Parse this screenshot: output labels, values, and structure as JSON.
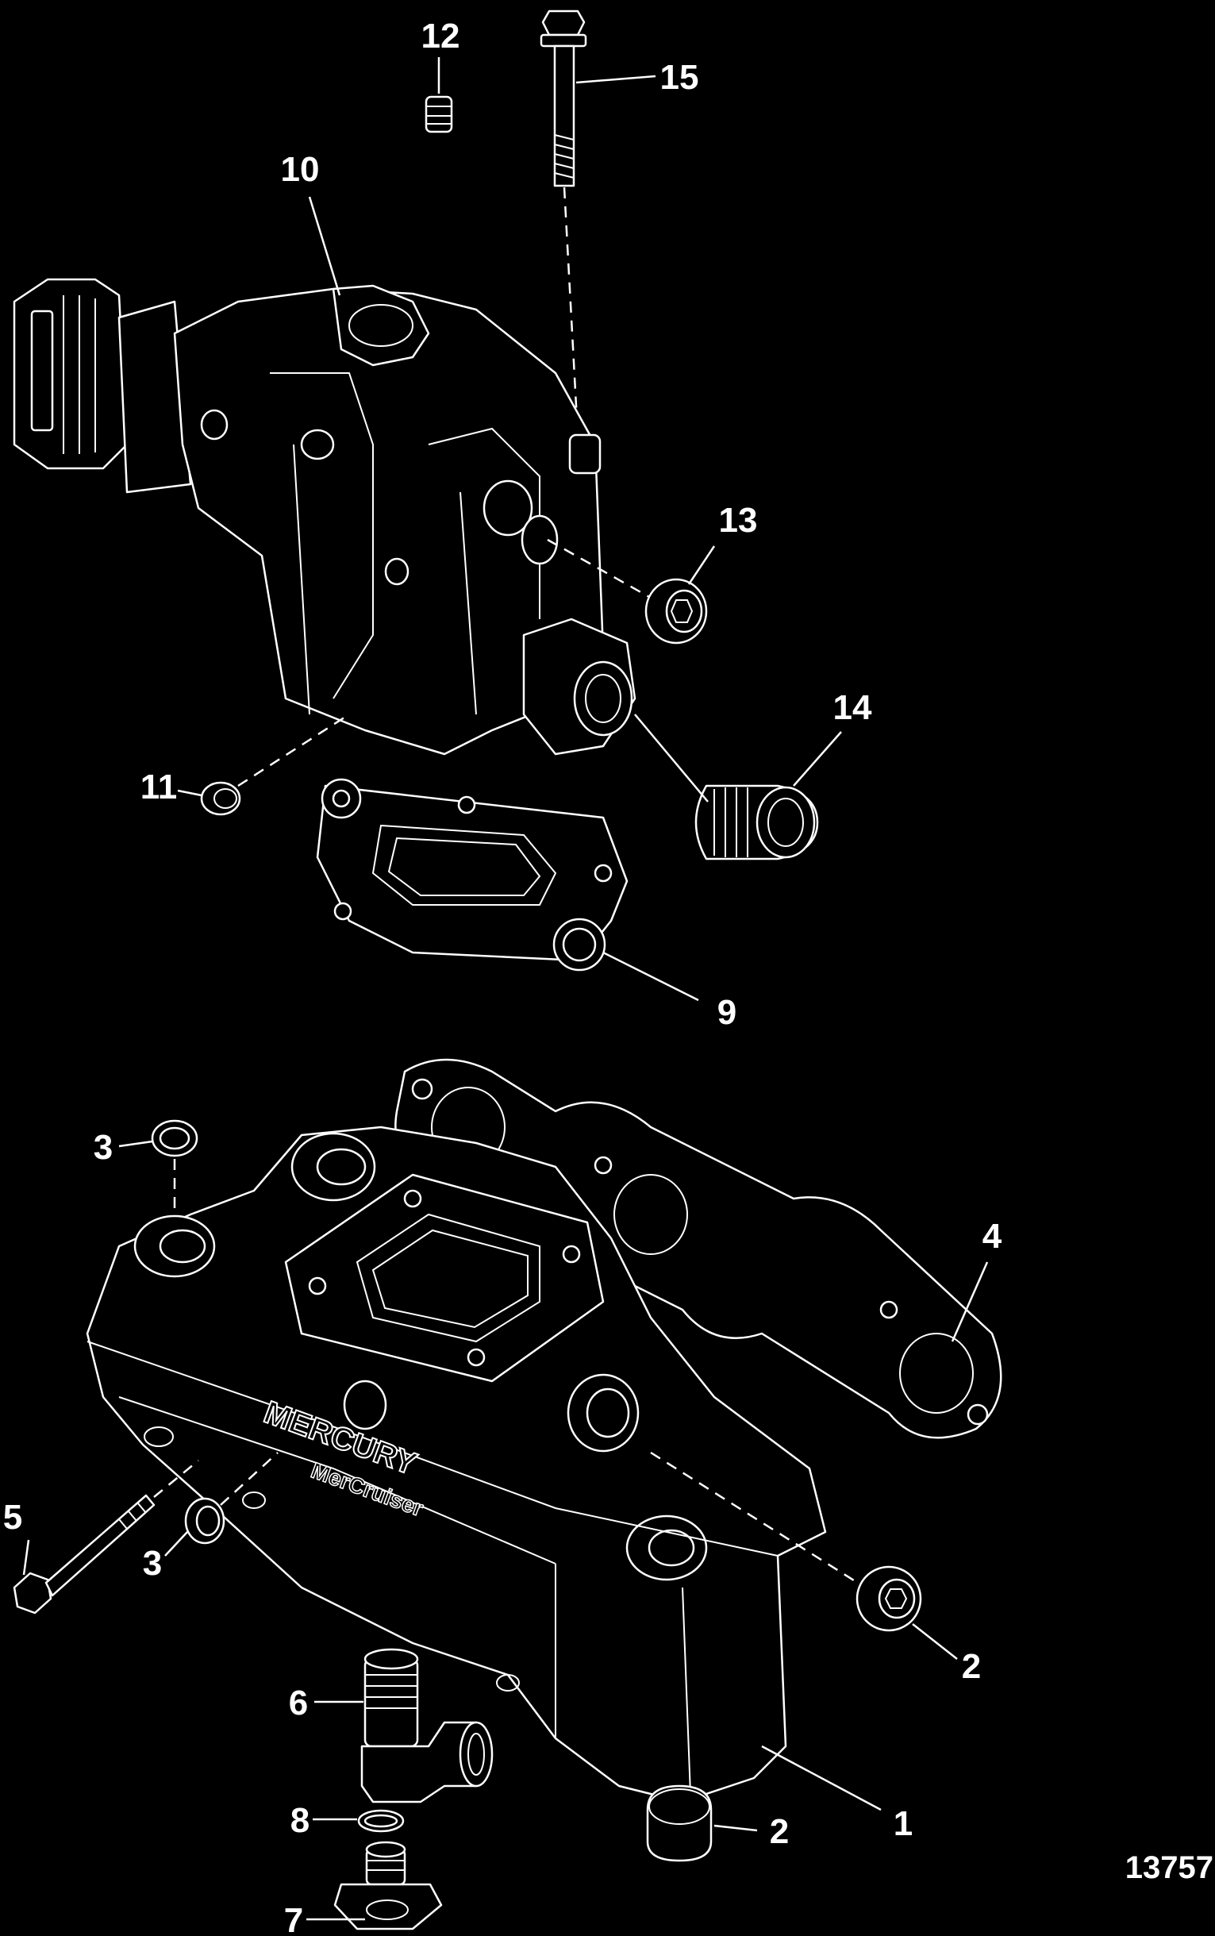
{
  "callouts": [
    {
      "id": "12",
      "label": "12"
    },
    {
      "id": "15",
      "label": "15"
    },
    {
      "id": "10",
      "label": "10"
    },
    {
      "id": "13",
      "label": "13"
    },
    {
      "id": "14",
      "label": "14"
    },
    {
      "id": "11",
      "label": "11"
    },
    {
      "id": "9",
      "label": "9"
    },
    {
      "id": "3a",
      "label": "3"
    },
    {
      "id": "4",
      "label": "4"
    },
    {
      "id": "5",
      "label": "5"
    },
    {
      "id": "3b",
      "label": "3"
    },
    {
      "id": "2a",
      "label": "2"
    },
    {
      "id": "6",
      "label": "6"
    },
    {
      "id": "1",
      "label": "1"
    },
    {
      "id": "8",
      "label": "8"
    },
    {
      "id": "2b",
      "label": "2"
    },
    {
      "id": "7",
      "label": "7"
    }
  ],
  "drawing_number": "13757",
  "casting_text": {
    "brand": "MERCURY",
    "sub": "MerCruiser"
  }
}
